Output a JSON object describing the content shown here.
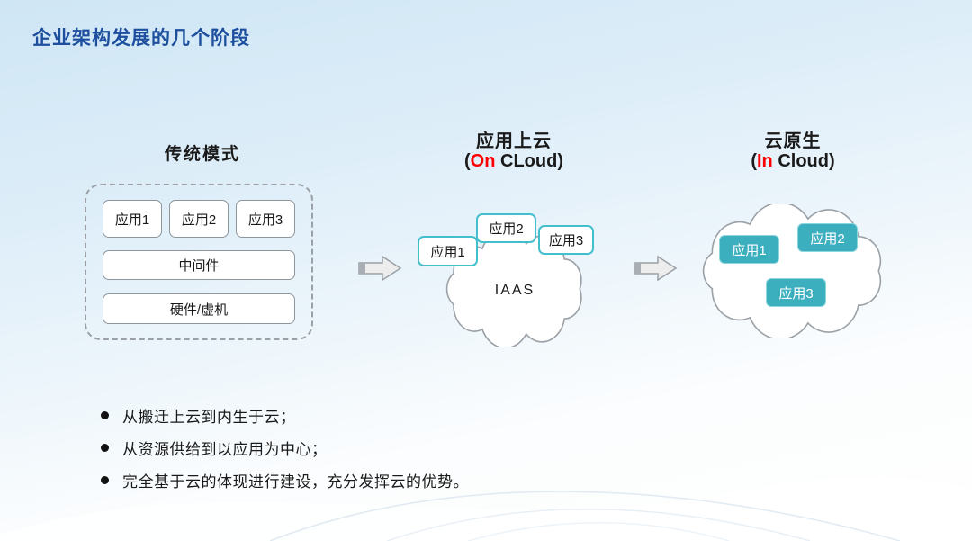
{
  "page": {
    "title": "企业架构发展的几个阶段"
  },
  "stages": {
    "traditional": {
      "label": "传统模式",
      "apps": [
        "应用1",
        "应用2",
        "应用3"
      ],
      "middleware": "中间件",
      "hardware": "硬件/虚机"
    },
    "on_cloud": {
      "title": "应用上云",
      "subtitle": {
        "open": "(",
        "highlight": "On",
        "rest": " CLoud)"
      },
      "cloud_label": "IAAS",
      "apps": [
        "应用1",
        "应用2",
        "应用3"
      ]
    },
    "in_cloud": {
      "title": "云原生",
      "subtitle": {
        "open": "(",
        "highlight": "In",
        "rest": " Cloud)"
      },
      "apps": [
        "应用1",
        "应用2",
        "应用3"
      ]
    }
  },
  "bullets": [
    "从搬迁上云到内生于云；",
    "从资源供给到以应用为中心；",
    "完全基于云的体现进行建设，充分发挥云的优势。"
  ],
  "colors": {
    "title_blue": "#1D4F9E",
    "accent_red": "#FF0000",
    "teal_fill": "#3CAFBE",
    "cyan_border": "#42BECC",
    "box_border": "#8E959B",
    "cloud_stroke": "#9AA0A5",
    "text_dark": "#1A1A1A"
  }
}
